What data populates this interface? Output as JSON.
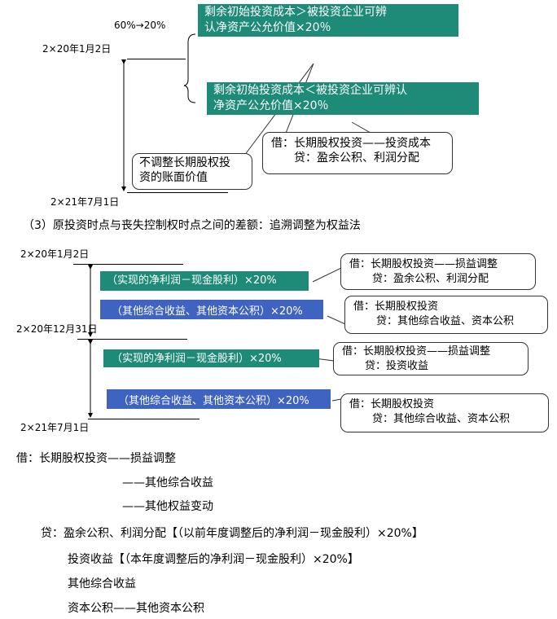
{
  "top": {
    "ratio": "60%→20%",
    "date_start": "2×20年1月2日",
    "date_end": "2×21年7月1日",
    "case_greater": "剩余初始投资成本＞被投资企业可辨认净资产公允价值×20％",
    "case_greater_l1": "剩余初始投资成本＞被投资企业可辨",
    "case_greater_l2": "认净资产公允价值×20％",
    "case_less_l1": "剩余初始投资成本＜被投资企业可辨认",
    "case_less_l2": "净资产公允价值×20％",
    "no_adjust_l1": "不调整长期股权投",
    "no_adjust_l2": "资的账面价值",
    "entry_debit": "借：长期股权投资——投资成本",
    "entry_credit": "贷：盈余公积、利润分配"
  },
  "heading": "（3）原投资时点与丧失控制权时点之间的差额：追溯调整为权益法",
  "middle": {
    "date1": "2×20年1月2日",
    "date2": "2×20年12月31日",
    "date3": "2×21年7月1日",
    "g1": "（实现的净利润－现金股利）×20%",
    "b1": "（其他综合收益、其他资本公积）×20%",
    "g2": "（实现的净利润－现金股利）×20%",
    "b2": "（其他综合收益、其他资本公积）×20%",
    "c1_debit": "借：长期股权投资——损益调整",
    "c1_credit": "贷：盈余公积、利润分配",
    "c2_debit": "借：长期股权投资",
    "c2_credit": "贷：其他综合收益、资本公积",
    "c3_debit": "借：长期股权投资——损益调整",
    "c3_credit": "贷：投资收益",
    "c4_debit": "借：长期股权投资",
    "c4_credit": "贷：其他综合收益、资本公积"
  },
  "entry": [
    "借：长期股权投资——损益调整",
    "——其他综合收益",
    "——其他权益变动",
    "贷：盈余公积、利润分配【（以前年度调整后的净利润－现金股利）×20%】",
    "投资收益【（本年度调整后的净利润－现金股利）×20%】",
    "其他综合收益",
    "资本公积——其他资本公积"
  ],
  "colors": {
    "green": "#1e8a78",
    "blue": "#3f63c0"
  }
}
